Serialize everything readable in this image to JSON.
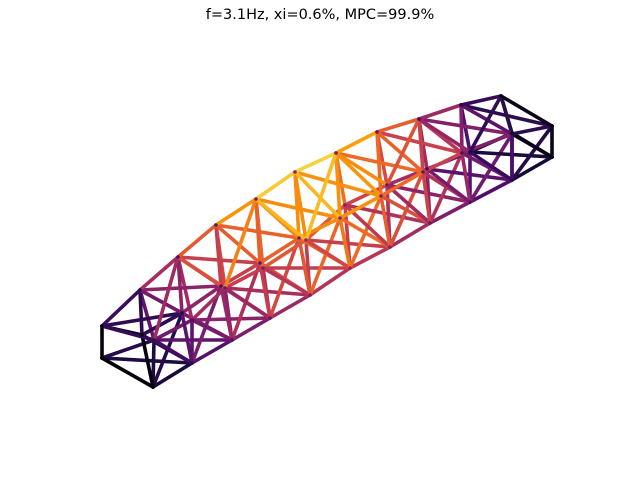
{
  "title": "f=3.1Hz, xi=0.6%, MPC=99.9%",
  "colormap": {
    "name": "inferno",
    "stops": [
      "#000004",
      "#1b0c41",
      "#4a0c6b",
      "#781c6d",
      "#a52c60",
      "#cf4446",
      "#ed6925",
      "#fb9b06",
      "#f7d13d",
      "#fcffa4"
    ]
  },
  "structure": {
    "type": "3d-truss-bridge-mode-shape",
    "node_count": 44,
    "member_count": 156,
    "line_color": "#000000"
  }
}
